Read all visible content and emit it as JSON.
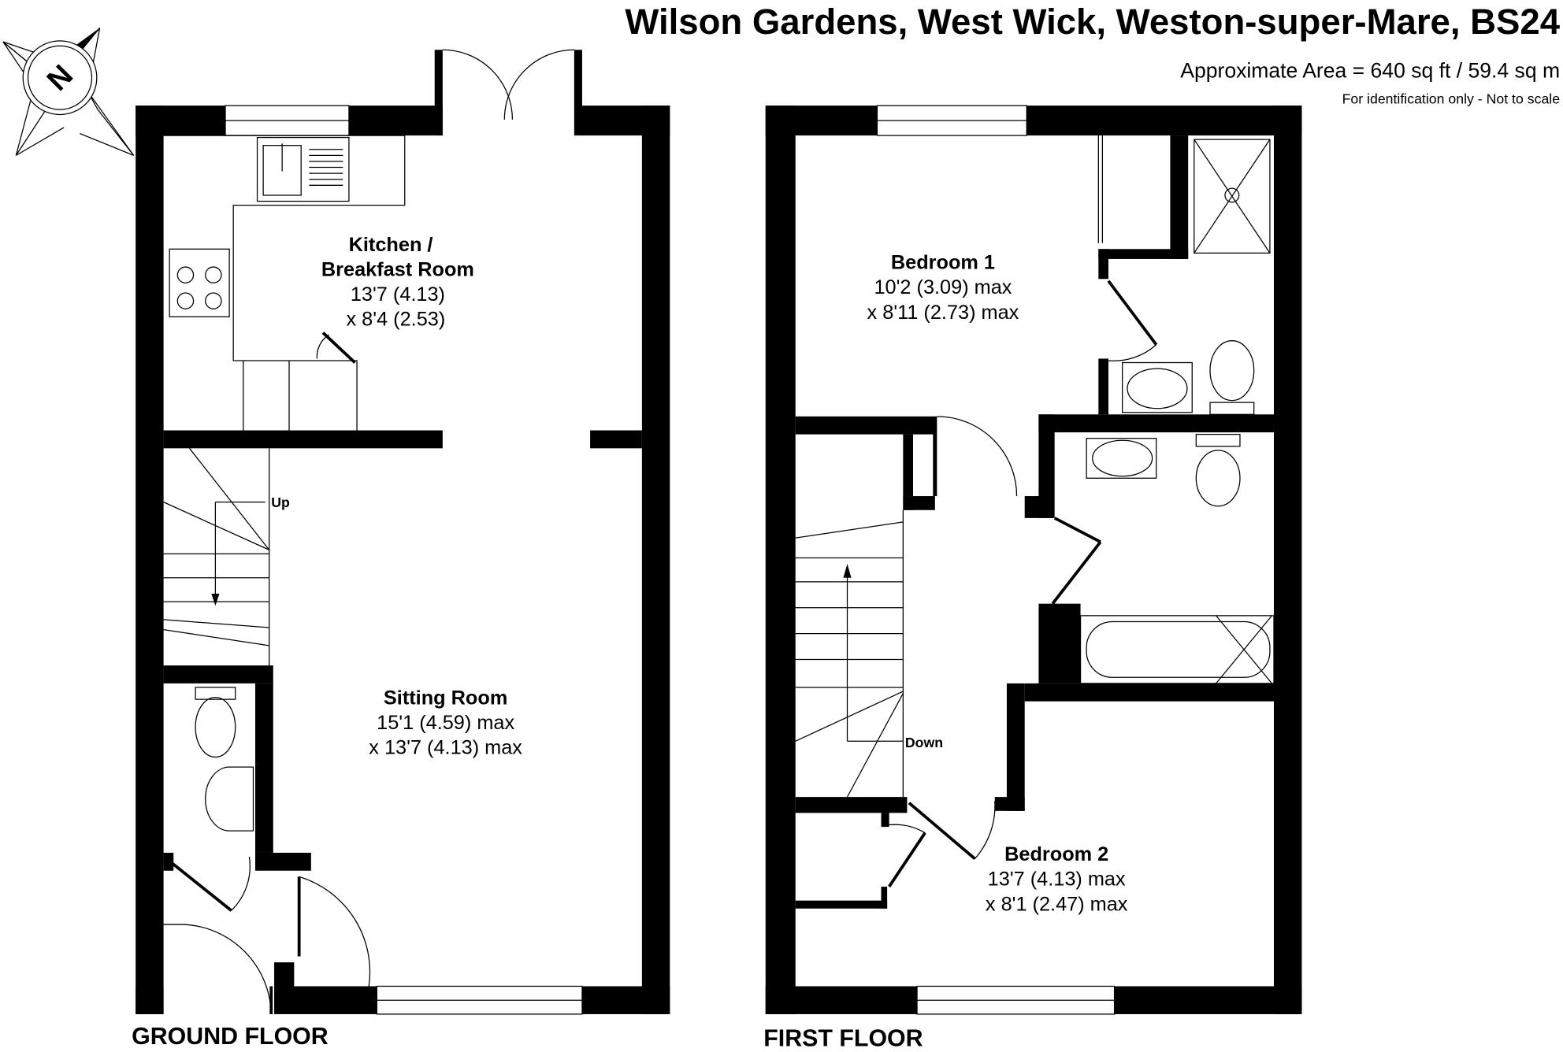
{
  "header": {
    "address": "Wilson Gardens, West Wick, Weston-super-Mare, BS24",
    "area": "Approximate Area = 640 sq ft / 59.4 sq m",
    "disclaimer": "For identification only - Not to scale"
  },
  "compass": {
    "icon": "north-compass-icon",
    "label": "N"
  },
  "ground_floor": {
    "label": "GROUND FLOOR",
    "stairs_label": "Up",
    "rooms": [
      {
        "name_line1": "Kitchen /",
        "name_line2": "Breakfast Room",
        "dim1": "13'7 (4.13)",
        "dim2": "x 8'4 (2.53)"
      },
      {
        "name": "Sitting Room",
        "dim1": "15'1 (4.59) max",
        "dim2": "x 13'7 (4.13) max"
      }
    ]
  },
  "first_floor": {
    "label": "FIRST FLOOR",
    "stairs_label": "Down",
    "rooms": [
      {
        "name": "Bedroom 1",
        "dim1": "10'2 (3.09) max",
        "dim2": "x 8'11 (2.73) max"
      },
      {
        "name": "Bedroom 2",
        "dim1": "13'7 (4.13) max",
        "dim2": "x 8'1 (2.47) max"
      }
    ]
  }
}
